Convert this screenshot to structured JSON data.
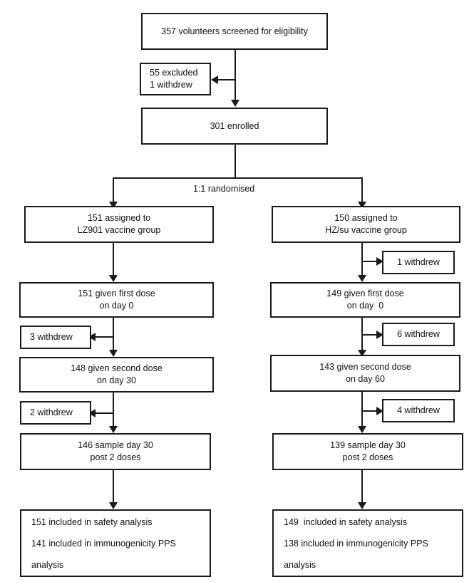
{
  "diagram": {
    "title": "CONSORT participant flow diagram",
    "type": "flowchart",
    "ink_color": "#1a1a1a",
    "background_color": "#ffffff"
  },
  "nodes": {
    "screened": {
      "text": "357 volunteers screened for eligibility"
    },
    "excluded": {
      "line1": "55 excluded",
      "line2": "1 withdrew"
    },
    "enrolled": {
      "text": "301 enrolled"
    },
    "randomised_label": {
      "text": "1:1 randomised"
    },
    "left": {
      "assigned": {
        "line1": "151 assigned to",
        "line2": "LZ901 vaccine group"
      },
      "first_dose": {
        "line1": "151 given first dose",
        "line2": "on day 0"
      },
      "withdrew_1": {
        "text": "3 withdrew"
      },
      "second_dose": {
        "line1": "148 given second dose",
        "line2": "on day 30"
      },
      "withdrew_2": {
        "text": "2 withdrew"
      },
      "sample": {
        "line1": "146 sample day 30",
        "line2": "post 2 doses"
      },
      "analysis": {
        "line1": "151 included in safety analysis",
        "line2": "141 included in immunogenicity PPS",
        "line3": "analysis"
      }
    },
    "right": {
      "assigned": {
        "line1": "150 assigned to",
        "line2": "HZ/su vaccine group"
      },
      "withdrew_0": {
        "text": "1 withdrew"
      },
      "first_dose": {
        "line1": "149 given first dose",
        "line2": "on day  0"
      },
      "withdrew_1": {
        "text": "6 withdrew"
      },
      "second_dose": {
        "line1": "143 given second dose",
        "line2": "on day 60"
      },
      "withdrew_2": {
        "text": "4 withdrew"
      },
      "sample": {
        "line1": "139 sample day 30",
        "line2": "post 2 doses"
      },
      "analysis": {
        "line1": "149  included in safety analysis",
        "line2": "138 included in immunogenicity PPS",
        "line3": "analysis"
      }
    }
  }
}
